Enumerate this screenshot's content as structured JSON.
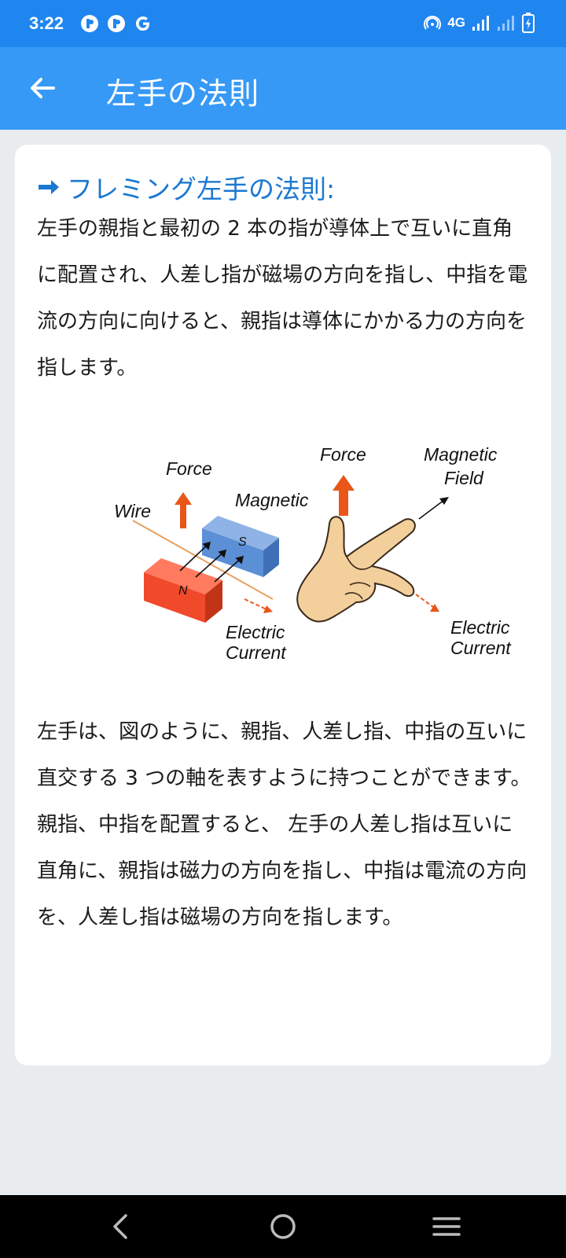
{
  "status_bar": {
    "time": "3:22",
    "left_icons": [
      "pocket-app-icon",
      "pocket-app-icon",
      "google-icon"
    ],
    "network": "4G",
    "right_icons": [
      "hotspot-icon",
      "signal-icon",
      "signal-weak-icon",
      "battery-charging-icon"
    ]
  },
  "app_bar": {
    "title": "左手の法則",
    "back_icon": "arrow-left-icon"
  },
  "content": {
    "heading": "フレミング左手の法則:",
    "heading_icon": "arrow-right-icon",
    "para1": "左手の親指と最初の 2 本の指が導体上で互いに直角に配置され、人差し指が磁場の方向を指し、中指を電流の方向に向けると、親指は導体にかかる力の方向を指します。",
    "diagram": {
      "labels": {
        "force_left": "Force",
        "wire": "Wire",
        "magnetic_left": "Magnetic",
        "pole_s": "S",
        "pole_n": "N",
        "electric_left": "Electric",
        "current_left": "Current",
        "force_right": "Force",
        "magnetic_right": "Magnetic",
        "field_right": "Field",
        "electric_right": "Electric",
        "current_right": "Current"
      }
    },
    "para2": "左手は、図のように、親指、人差し指、中指の互いに直交する 3 つの軸を表すように持つことができます。親指、中指を配置すると、 左手の人差し指は互いに直角に、親指は磁力の方向を指し、中指は電流の方向を、人差し指は磁場の方向を指します。"
  },
  "nav_bar": {
    "back": "nav-back-icon",
    "home": "nav-home-icon",
    "menu": "nav-menu-icon"
  },
  "colors": {
    "status_bar": "#1f86f0",
    "app_bar": "#3799f6",
    "heading": "#1a78d2",
    "background": "#e9ecee",
    "magnet_s": "#5b8fd6",
    "magnet_n": "#f04a2a",
    "arrow_orange": "#e8561a"
  }
}
